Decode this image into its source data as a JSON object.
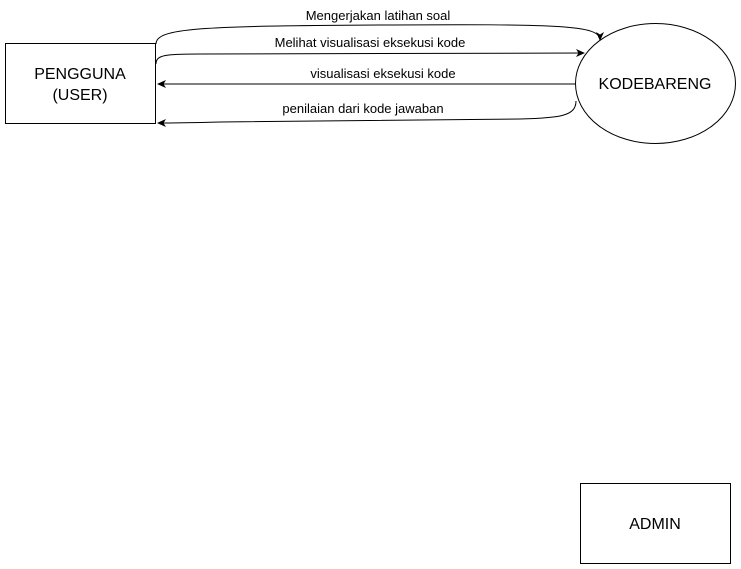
{
  "diagram": {
    "nodes": {
      "user": {
        "line1": "PENGGUNA",
        "line2": "(USER)"
      },
      "system": {
        "label": "KODEBARENG"
      },
      "admin": {
        "label": "ADMIN"
      }
    },
    "flows": [
      {
        "label": "Mengerjakan latihan soal",
        "from": "user",
        "to": "system"
      },
      {
        "label": "Melihat visualisasi eksekusi kode",
        "from": "user",
        "to": "system"
      },
      {
        "label": "visualisasi eksekusi kode",
        "from": "system",
        "to": "user"
      },
      {
        "label": "penilaian dari kode jawaban",
        "from": "system",
        "to": "user"
      }
    ]
  }
}
